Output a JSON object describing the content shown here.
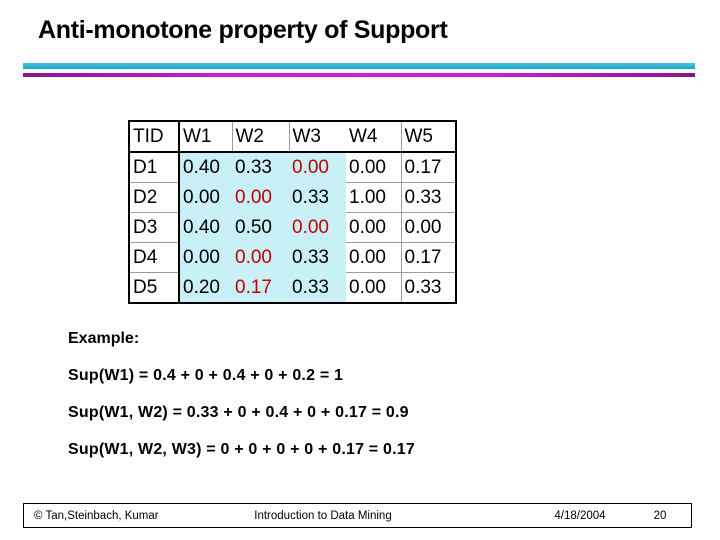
{
  "title": "Anti-monotone property of Support",
  "accent_bars": {
    "cyan_color": "#1ca6c9",
    "magenta_color": "#c01ec0"
  },
  "table": {
    "columns": [
      "TID",
      "W1",
      "W2",
      "W3",
      "W4",
      "W5"
    ],
    "rows": [
      {
        "tid": "D1",
        "values": [
          "0.40",
          "0.33",
          "0.00",
          "0.00",
          "0.17"
        ],
        "red_index": 2
      },
      {
        "tid": "D2",
        "values": [
          "0.00",
          "0.00",
          "0.33",
          "1.00",
          "0.33"
        ],
        "red_index": 1
      },
      {
        "tid": "D3",
        "values": [
          "0.40",
          "0.50",
          "0.00",
          "0.00",
          "0.00"
        ],
        "red_index": 2
      },
      {
        "tid": "D4",
        "values": [
          "0.00",
          "0.00",
          "0.33",
          "0.00",
          "0.17"
        ],
        "red_index": 1
      },
      {
        "tid": "D5",
        "values": [
          "0.20",
          "0.17",
          "0.33",
          "0.00",
          "0.33"
        ],
        "red_index": 1
      }
    ],
    "highlight_columns": [
      "W1",
      "W2",
      "W3"
    ],
    "highlight_color": "#c9eff7",
    "red_value_color": "#c00000"
  },
  "example": {
    "label": "Example:",
    "lines": [
      "Sup(W1) = 0.4 + 0 + 0.4 + 0 + 0.2 = 1",
      "Sup(W1, W2) = 0.33 + 0 + 0.4 + 0 + 0.17 = 0.9",
      "Sup(W1, W2, W3) = 0 + 0 + 0 + 0 + 0.17 = 0.17"
    ]
  },
  "footer": {
    "copyright": "© Tan,Steinbach, Kumar",
    "center": "Introduction to Data Mining",
    "date": "4/18/2004",
    "page": "20"
  }
}
